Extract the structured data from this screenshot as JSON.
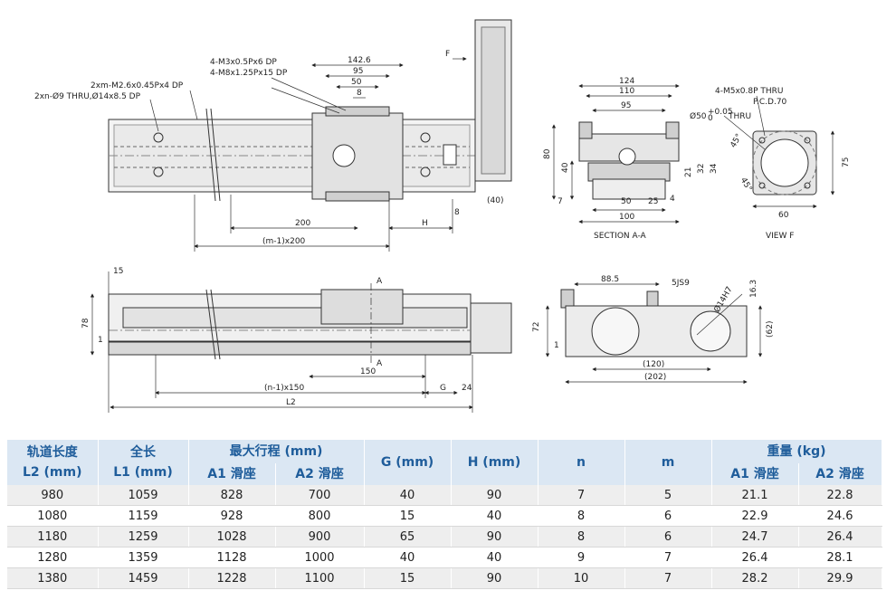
{
  "drawing": {
    "top_labels": {
      "m3": "4-M3x0.5Px6 DP",
      "m8": "4-M8x1.25Px15 DP",
      "m26": "2xm-M2.6x0.45Px4 DP",
      "thru": "2xn-Ø9 THRU,Ø14x8.5 DP",
      "d142": "142.6",
      "d95": "95",
      "d50": "50",
      "d8": "8",
      "f": "F",
      "d200": "200",
      "m200": "(m-1)x200",
      "h": "H",
      "d8b": "8",
      "d40": "(40)"
    },
    "section": {
      "d124": "124",
      "d110": "110",
      "d95": "95",
      "d80": "80",
      "d40": "40",
      "d32": "32",
      "d34": "34",
      "d21": "21",
      "d7": "7",
      "d50": "50",
      "d25": "25",
      "d4": "4",
      "d100": "100",
      "caption": "SECTION A-A"
    },
    "viewf": {
      "m5": "4-M5x0.8P THRU",
      "pcd": "P.C.D.70",
      "bore": "Ø50",
      "tol_up": "+0.05",
      "tol_lo": "0",
      "thru": "THRU",
      "a45": "45°",
      "a45b": "45°",
      "d75": "75",
      "d60": "60",
      "caption": "VIEW F"
    },
    "side": {
      "d15": "15",
      "d78": "78",
      "d1": "1",
      "a_top": "A",
      "a_bot": "A",
      "d150": "150",
      "n150": "(n-1)x150",
      "g": "G",
      "d24": "24",
      "l2": "L2"
    },
    "end": {
      "d88": "88.5",
      "js": "5JS9",
      "d14": "Ø14H7",
      "d163": "16.3",
      "d72": "72",
      "d1": "1",
      "d62": "(62)",
      "d120": "(120)",
      "d202": "(202)"
    }
  },
  "table": {
    "headers": {
      "rail_len": "轨道长度",
      "rail_unit": "L2 (mm)",
      "full_len": "全长",
      "full_unit": "L1 (mm)",
      "stroke": "最大行程 (mm)",
      "stroke_a1": "A1 滑座",
      "stroke_a2": "A2 滑座",
      "g": "G (mm)",
      "h": "H (mm)",
      "n": "n",
      "m": "m",
      "weight": "重量 (kg)",
      "weight_a1": "A1 滑座",
      "weight_a2": "A2 滑座"
    },
    "rows": [
      [
        "980",
        "1059",
        "828",
        "700",
        "40",
        "90",
        "7",
        "5",
        "21.1",
        "22.8"
      ],
      [
        "1080",
        "1159",
        "928",
        "800",
        "15",
        "40",
        "8",
        "6",
        "22.9",
        "24.6"
      ],
      [
        "1180",
        "1259",
        "1028",
        "900",
        "65",
        "90",
        "8",
        "6",
        "24.7",
        "26.4"
      ],
      [
        "1280",
        "1359",
        "1128",
        "1000",
        "40",
        "40",
        "9",
        "7",
        "26.4",
        "28.1"
      ],
      [
        "1380",
        "1459",
        "1228",
        "1100",
        "15",
        "90",
        "10",
        "7",
        "28.2",
        "29.9"
      ]
    ]
  }
}
